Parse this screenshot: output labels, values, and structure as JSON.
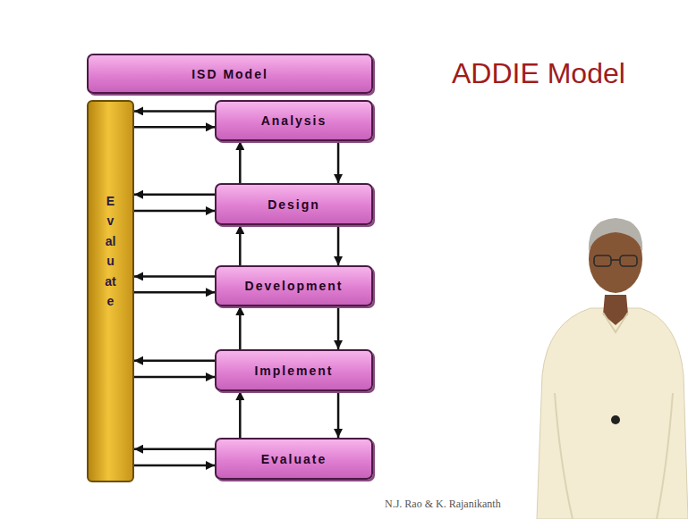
{
  "diagram": {
    "title": "ADDIE Model",
    "caption": "N.J. Rao & K. Rajanikanth",
    "nodes": [
      {
        "text": [
          "ISD Model"
        ]
      },
      {
        "text": [
          "Evaluate"
        ]
      },
      {
        "text": [
          "Analysis"
        ]
      },
      {
        "text": [
          "Design"
        ]
      },
      {
        "text": [
          "Development"
        ]
      },
      {
        "text": [
          "Implement"
        ]
      },
      {
        "text": [
          "Evaluate"
        ]
      }
    ],
    "edges": [
      {
        "from": 2,
        "to": 1,
        "arrow": "to"
      },
      {
        "from": 1,
        "to": 2,
        "arrow": "to"
      },
      {
        "from": 3,
        "to": 1,
        "arrow": "to"
      },
      {
        "from": 1,
        "to": 3,
        "arrow": "to"
      },
      {
        "from": 4,
        "to": 1,
        "arrow": "to"
      },
      {
        "from": 1,
        "to": 4,
        "arrow": "to"
      },
      {
        "from": 5,
        "to": 1,
        "arrow": "to"
      },
      {
        "from": 1,
        "to": 5,
        "arrow": "to"
      },
      {
        "from": 6,
        "to": 1,
        "arrow": "to"
      },
      {
        "from": 1,
        "to": 6,
        "arrow": "to"
      },
      {
        "from": 2,
        "to": 3,
        "arrow": "to"
      },
      {
        "from": 3,
        "to": 4,
        "arrow": "to"
      },
      {
        "from": 4,
        "to": 5,
        "arrow": "to"
      },
      {
        "from": 5,
        "to": 6,
        "arrow": "to"
      },
      {
        "from": 3,
        "to": 2,
        "arrow": "to"
      },
      {
        "from": 4,
        "to": 3,
        "arrow": "to"
      },
      {
        "from": 5,
        "to": 4,
        "arrow": "to"
      },
      {
        "from": 6,
        "to": 5,
        "arrow": "to"
      }
    ]
  }
}
